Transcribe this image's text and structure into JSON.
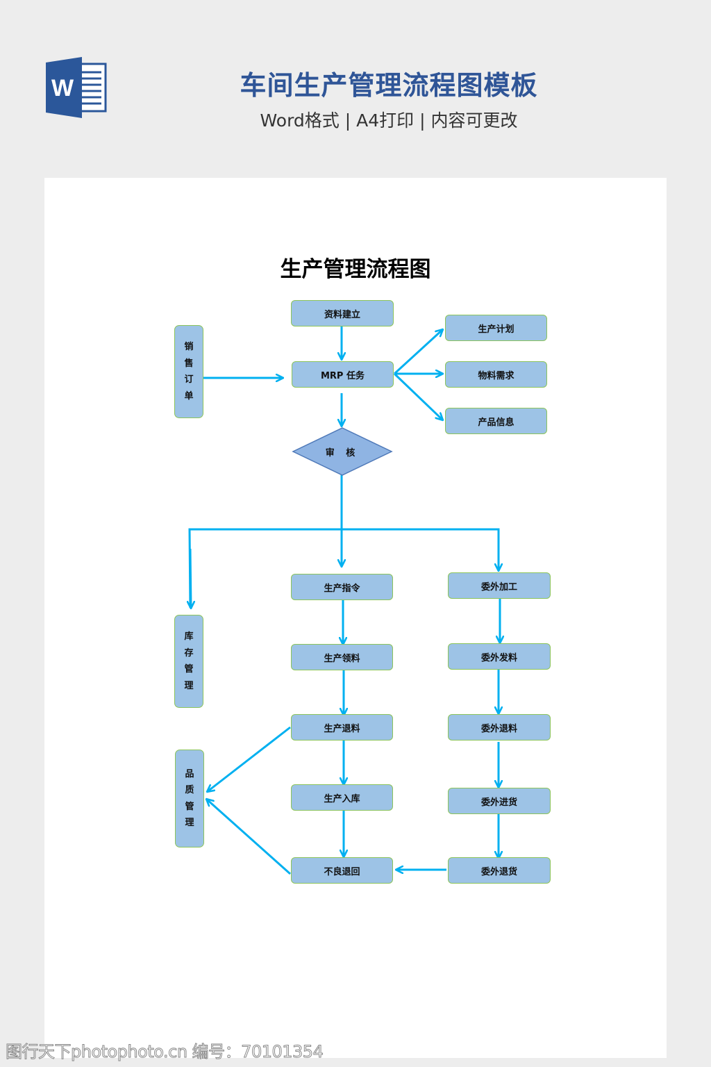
{
  "header": {
    "icon": "word-document-icon",
    "icon_letter": "W",
    "title": "车间生产管理流程图模板",
    "subtitle": "Word格式 | A4打印 | 内容可更改",
    "title_color": "#2f5597"
  },
  "document": {
    "title": "生产管理流程图"
  },
  "flowchart": {
    "colors": {
      "box_fill": "#9dc3e6",
      "box_border": "#8cc45a",
      "arrow": "#00b0f0",
      "diamond_fill": "#8fb4e3",
      "diamond_border": "#4f79b8"
    },
    "nodes": {
      "data_setup": "资料建立",
      "mrp_task": "MRP 任务",
      "sales_order": [
        "销",
        "售",
        "订",
        "单"
      ],
      "production_plan": "生产计划",
      "material_demand": "物料需求",
      "product_info": "产品信息",
      "review": "审 核",
      "inventory_mgmt": [
        "库",
        "存",
        "管",
        "理"
      ],
      "quality_mgmt": [
        "品",
        "质",
        "管",
        "理"
      ],
      "production_order": "生产指令",
      "production_pick": "生产领料",
      "production_return": "生产退料",
      "production_stockin": "生产入库",
      "defect_return": "不良退回",
      "outsource_process": "委外加工",
      "outsource_issue": "委外发料",
      "outsource_material_return": "委外退料",
      "outsource_receipt": "委外进货",
      "outsource_goods_return": "委外退货"
    },
    "edges": [
      [
        "data_setup",
        "mrp_task"
      ],
      [
        "sales_order",
        "mrp_task"
      ],
      [
        "mrp_task",
        "production_plan"
      ],
      [
        "mrp_task",
        "material_demand"
      ],
      [
        "mrp_task",
        "product_info"
      ],
      [
        "mrp_task",
        "review"
      ],
      [
        "review",
        "inventory_mgmt"
      ],
      [
        "review",
        "production_order"
      ],
      [
        "review",
        "outsource_process"
      ],
      [
        "production_order",
        "production_pick"
      ],
      [
        "production_pick",
        "production_return"
      ],
      [
        "production_return",
        "production_stockin"
      ],
      [
        "production_stockin",
        "defect_return"
      ],
      [
        "production_return",
        "quality_mgmt"
      ],
      [
        "defect_return",
        "quality_mgmt"
      ],
      [
        "outsource_process",
        "outsource_issue"
      ],
      [
        "outsource_issue",
        "outsource_material_return"
      ],
      [
        "outsource_material_return",
        "outsource_receipt"
      ],
      [
        "outsource_receipt",
        "outsource_goods_return"
      ],
      [
        "outsource_goods_return",
        "defect_return"
      ]
    ]
  },
  "watermark": "图行天下photophoto.cn 编号：70101354"
}
